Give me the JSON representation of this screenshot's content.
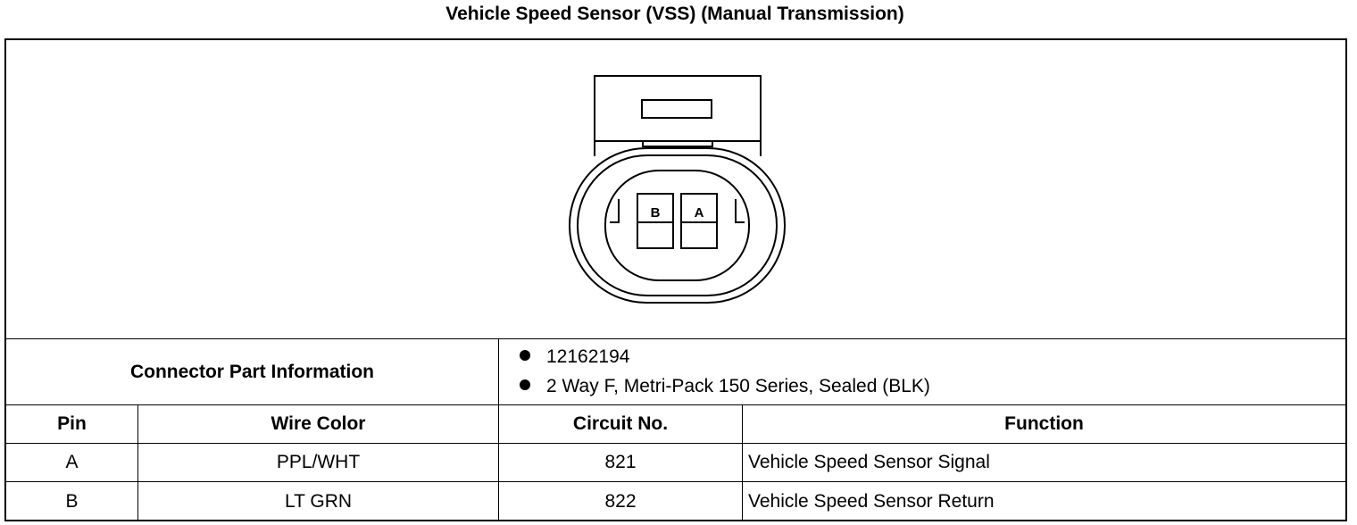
{
  "title": "Vehicle Speed Sensor (VSS) (Manual Transmission)",
  "connector": {
    "pin_labels": [
      "B",
      "A"
    ]
  },
  "part_info": {
    "label": "Connector Part Information",
    "items": [
      "12162194",
      "2 Way F, Metri-Pack 150 Series, Sealed (BLK)"
    ]
  },
  "table": {
    "headers": [
      "Pin",
      "Wire Color",
      "Circuit No.",
      "Function"
    ],
    "rows": [
      {
        "pin": "A",
        "wire_color": "PPL/WHT",
        "circuit": "821",
        "function": "Vehicle Speed Sensor Signal"
      },
      {
        "pin": "B",
        "wire_color": "LT GRN",
        "circuit": "822",
        "function": "Vehicle Speed Sensor Return"
      }
    ]
  }
}
